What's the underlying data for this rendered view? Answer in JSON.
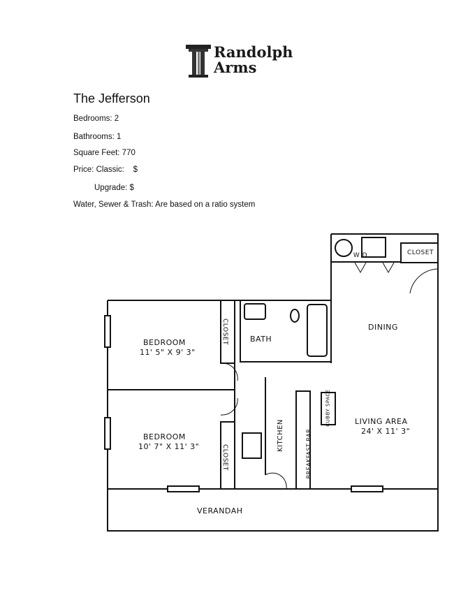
{
  "brand": {
    "name_line1": "Randolph",
    "name_line2": "Arms",
    "logo_icon": "column-icon"
  },
  "unit": {
    "name": "The Jefferson",
    "bedrooms": "Bedrooms: 2",
    "bathrooms": "Bathrooms: 1",
    "square_feet": "Square Feet: 770",
    "price_classic": "Price: Classic:    $",
    "price_upgrade": "Upgrade: $",
    "utilities": "Water, Sewer & Trash: Are based on a ratio system"
  },
  "floorplan": {
    "rooms": {
      "bedroom1": {
        "label": "BEDROOM",
        "size": "11' 5\" X 9' 3\""
      },
      "bedroom2": {
        "label": "BEDROOM",
        "size": "10' 7\" X 11' 3\""
      },
      "bath": {
        "label": "BATH"
      },
      "dining": {
        "label": "DINING"
      },
      "living": {
        "label": "LIVING AREA",
        "size": "24' X 11' 3\""
      },
      "kitchen": {
        "label": "KITCHEN"
      },
      "verandah": {
        "label": "VERANDAH"
      },
      "closet_top": {
        "label": "CLOSET"
      },
      "closet_bed1": {
        "label": "CLOSET"
      },
      "closet_bed2": {
        "label": "CLOSET"
      },
      "cubby": {
        "label": "CUBBY SPACE"
      },
      "breakfast_bar": {
        "label": "BREAKFAST BAR"
      },
      "washer_dryer": {
        "label": "W D"
      }
    }
  }
}
